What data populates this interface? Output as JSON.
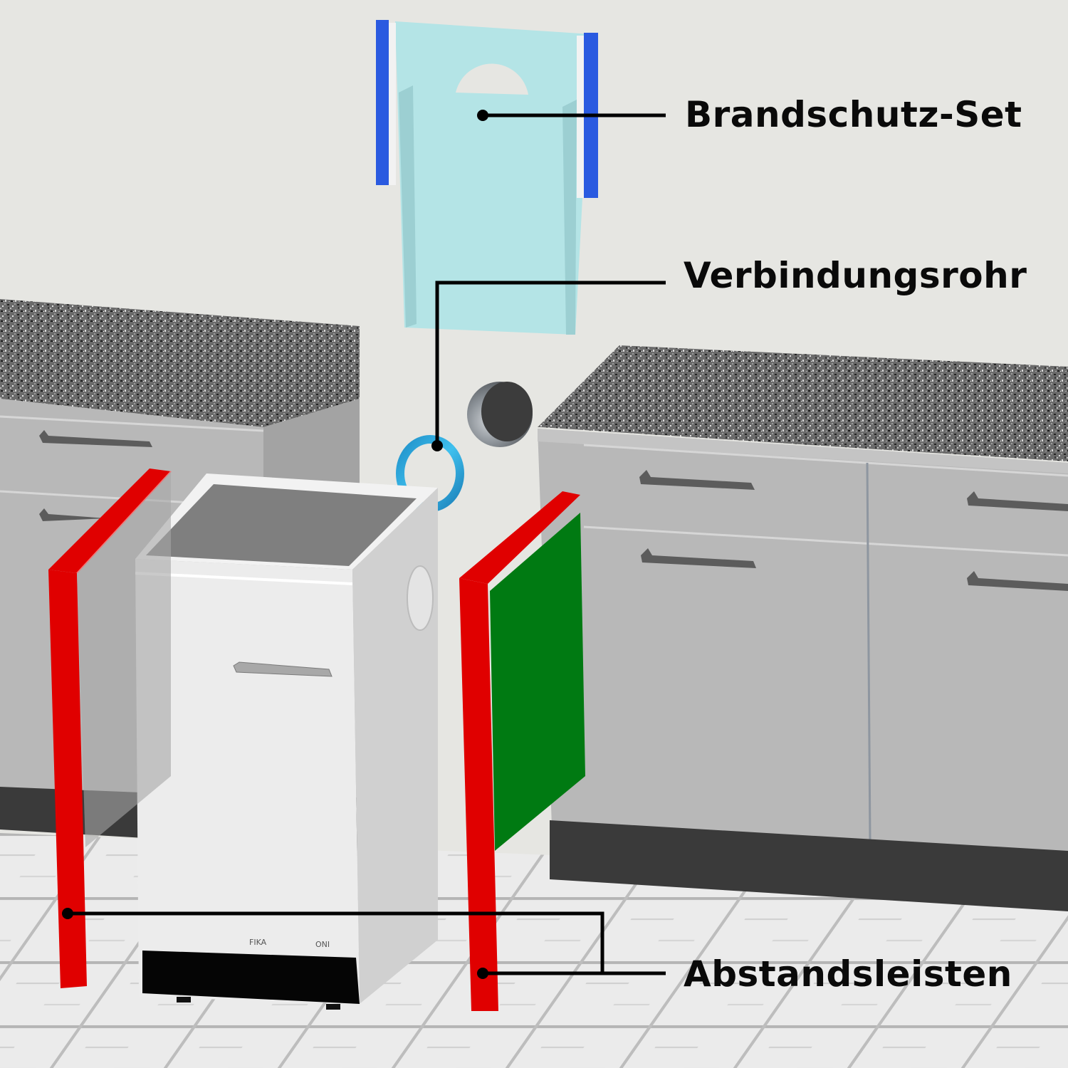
{
  "diagram": {
    "type": "exploded product illustration",
    "scene": "kitchen niche with freestanding stove between two base cabinets",
    "colors": {
      "background_wall": "#e6e6e2",
      "countertop": "#6e6e6e",
      "cabinet_front": "#b8b8b8",
      "cabinet_plinth": "#3a3a3a",
      "stove_body": "#ececec",
      "stove_top": "#7f7f7f",
      "fire_protection_panel": "#b4e4e6",
      "fire_protection_rails": "#2a5ae0",
      "connection_pipe_ring": "#2aa8dc",
      "spacer_strips": "#e00000",
      "side_panel": "#007a12",
      "leader_lines": "#000000"
    }
  },
  "labels": {
    "fire_protection_set": "Brandschutz-Set",
    "connection_pipe": "Verbindungsrohr",
    "spacer_strips": "Abstandsleisten"
  },
  "stove": {
    "front_text_left": "FIKA",
    "front_text_right": "ONI"
  }
}
